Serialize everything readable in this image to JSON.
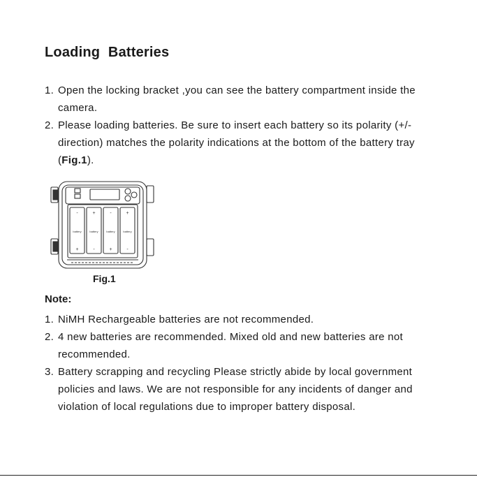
{
  "title": "Loading  Batteries",
  "steps": [
    {
      "num": "1.",
      "text": "Open the locking bracket ,you can see the battery compartment inside the camera."
    },
    {
      "num": "2.",
      "text_before": "Please loading batteries. Be sure to insert each battery so its polarity (+/- direction) matches the polarity indications at the bottom of the battery tray (",
      "ref": "Fig.1",
      "text_after": ")."
    }
  ],
  "figure": {
    "caption": "Fig.1",
    "battery_label": "battery",
    "plus": "+",
    "minus": "-"
  },
  "note_title": "Note:",
  "notes": [
    {
      "num": "1.",
      "text": "NiMH Rechargeable batteries are not recommended."
    },
    {
      "num": "2.",
      "text": "4 new batteries are recommended. Mixed old and new batteries are not recommended."
    },
    {
      "num": "3.",
      "text": "Battery scrapping and recycling Please strictly abide by local government policies and laws. We are not responsible for any incidents of danger and violation of local regulations due to improper battery disposal."
    }
  ]
}
